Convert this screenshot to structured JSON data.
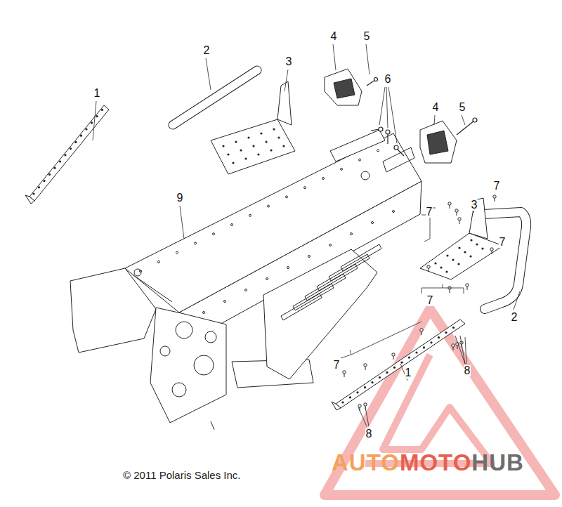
{
  "diagram": {
    "labels": [
      "1",
      "2",
      "3",
      "4",
      "5",
      "6",
      "4",
      "5",
      "9",
      "7",
      "3",
      "7",
      "7",
      "2",
      "7",
      "7",
      "1",
      "8",
      "8",
      "© 2011 Polaris Sales Inc.",
      "AUTO",
      "MOTO",
      "HUB"
    ]
  }
}
